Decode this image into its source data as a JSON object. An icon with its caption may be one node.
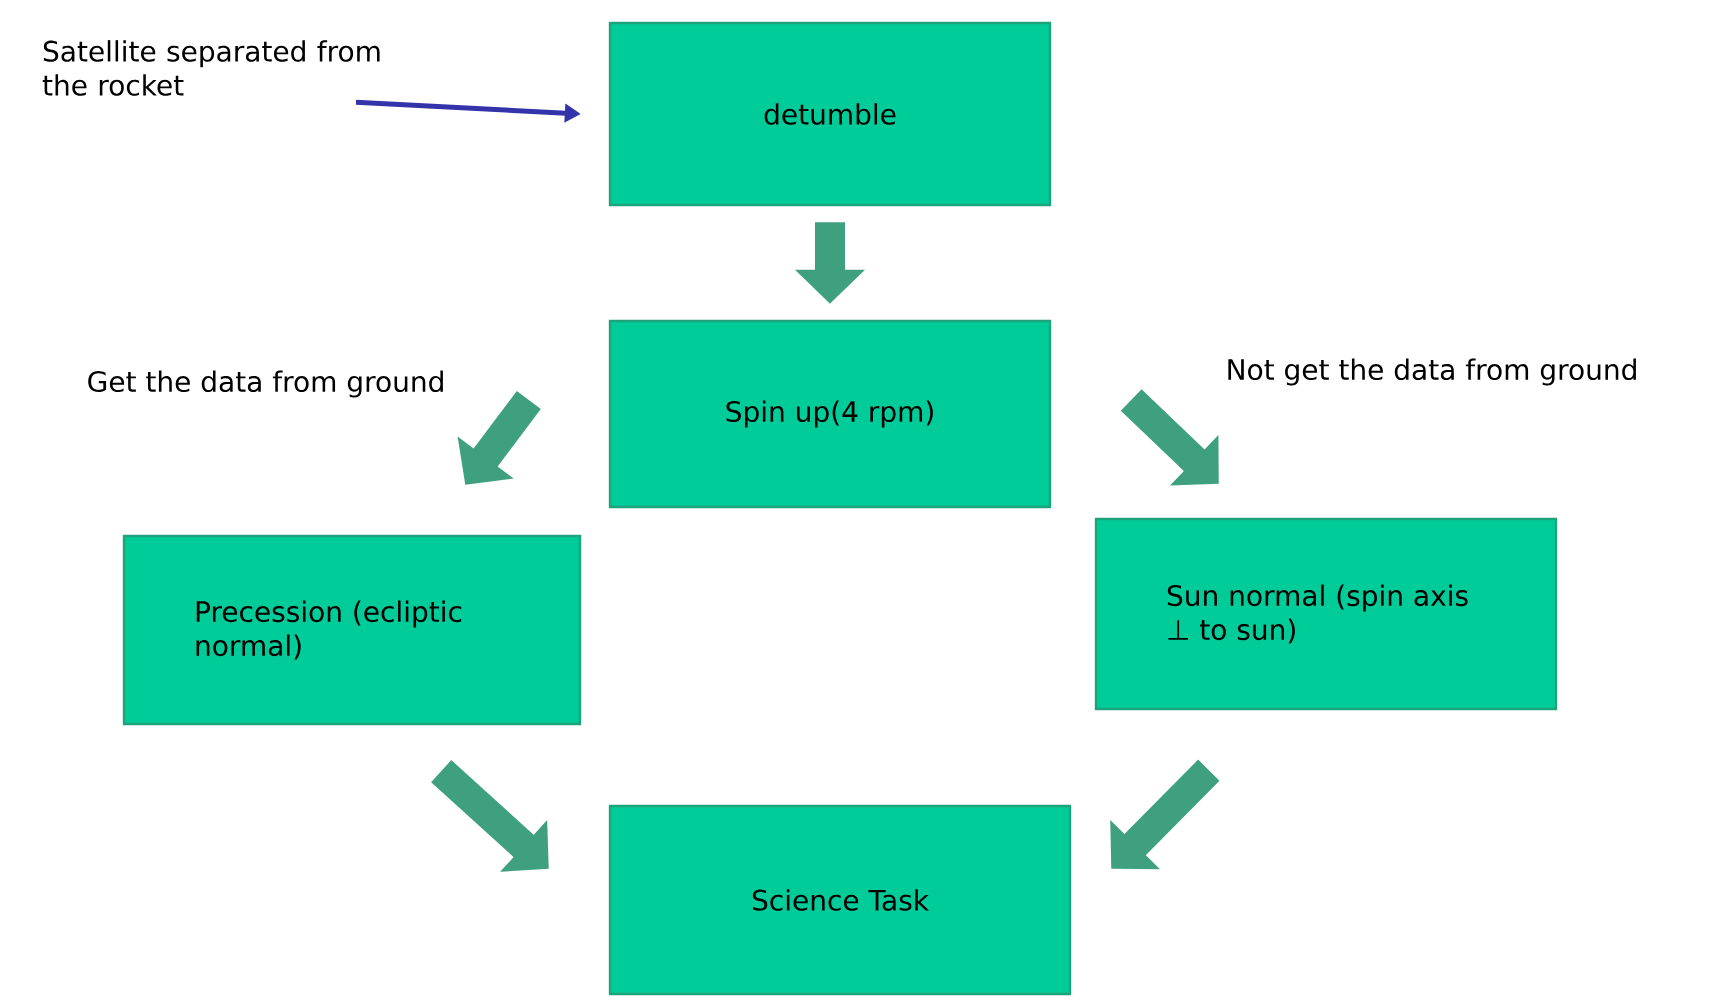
{
  "diagram": {
    "nodes": [
      {
        "text": [
          "Satellite separated from the rocket"
        ]
      },
      {
        "text": [
          "detumble"
        ]
      },
      {
        "text": [
          "Spin up(4 rpm)"
        ]
      },
      {
        "text": [
          "Precession (ecliptic normal)"
        ]
      },
      {
        "text": [
          "Sun normal (spin axis ⊥ to sun)"
        ]
      },
      {
        "text": [
          "Science Task"
        ]
      }
    ],
    "edges": [
      {
        "from": 0,
        "to": 1,
        "arrow": "to",
        "color": "#3333aa"
      },
      {
        "from": 1,
        "to": 2,
        "arrow": "to"
      },
      {
        "from": 2,
        "to": 3,
        "arrow": "to",
        "label": "Get the data from ground"
      },
      {
        "from": 2,
        "to": 4,
        "arrow": "to",
        "label": "Not get the data from ground"
      },
      {
        "from": 3,
        "to": 5,
        "arrow": "to"
      },
      {
        "from": 4,
        "to": 5,
        "arrow": "to"
      }
    ]
  }
}
